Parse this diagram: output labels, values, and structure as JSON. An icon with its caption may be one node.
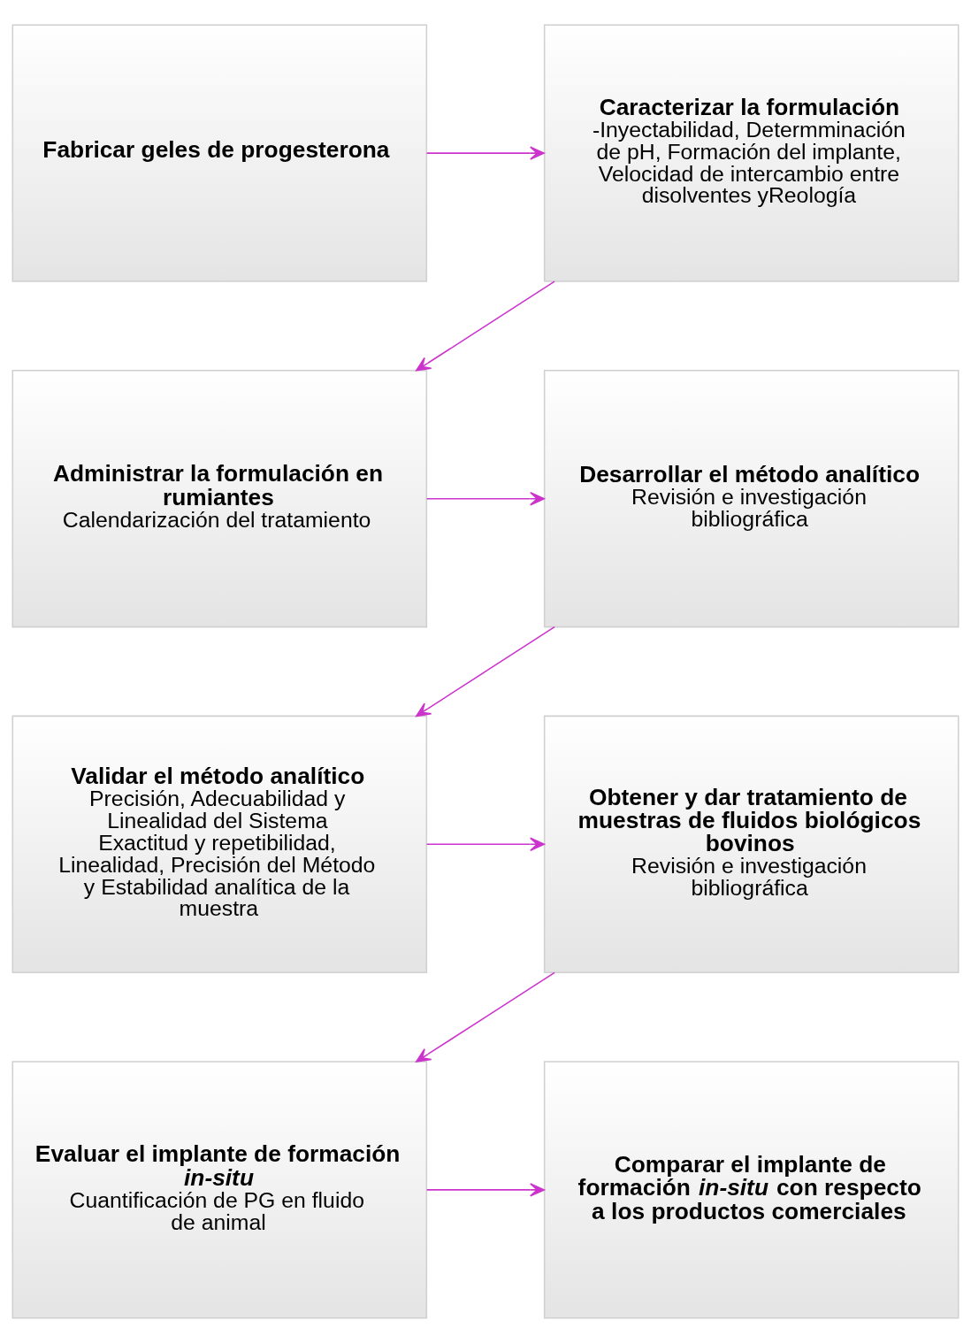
{
  "diagram": {
    "nodes": [
      {
        "text": [
          "Fabricar geles de progesterona"
        ]
      },
      {
        "text": [
          "Caracterizar la formulación",
          "-Inyectabilidad, Determminación de pH, Formación del implante, Velocidad de intercambio entre disolventes yReología"
        ]
      },
      {
        "text": [
          "Administrar la formulación en rumiantes",
          "Calendarización del tratamiento"
        ]
      },
      {
        "text": [
          "Desarrollar el método analítico",
          "Revisión e investigación bibliográfica"
        ]
      },
      {
        "text": [
          "Validar el método analítico",
          "Precisión, Adecuabilidad y Linealidad del Sistema",
          "Exactitud y repetibilidad, Linealidad, Precisión del Método y Estabilidad analítica de la muestra"
        ]
      },
      {
        "text": [
          "Obtener y dar tratamiento de muestras de fluidos biológicos bovinos",
          "Revisión e investigación bibliográfica"
        ]
      },
      {
        "text": [
          "Evaluar el implante de formación *in-situ*",
          "Cuantificación de PG en fluido de animal"
        ]
      },
      {
        "text": [
          "Comparar el implante de formación *in-situ* con respecto a los productos comerciales"
        ]
      }
    ],
    "edges": [
      {
        "from": 0,
        "to": 1,
        "arrow": "to"
      },
      {
        "from": 1,
        "to": 2,
        "arrow": "to"
      },
      {
        "from": 2,
        "to": 3,
        "arrow": "to"
      },
      {
        "from": 3,
        "to": 4,
        "arrow": "to"
      },
      {
        "from": 4,
        "to": 5,
        "arrow": "to"
      },
      {
        "from": 5,
        "to": 6,
        "arrow": "to"
      },
      {
        "from": 6,
        "to": 7,
        "arrow": "to"
      }
    ]
  }
}
